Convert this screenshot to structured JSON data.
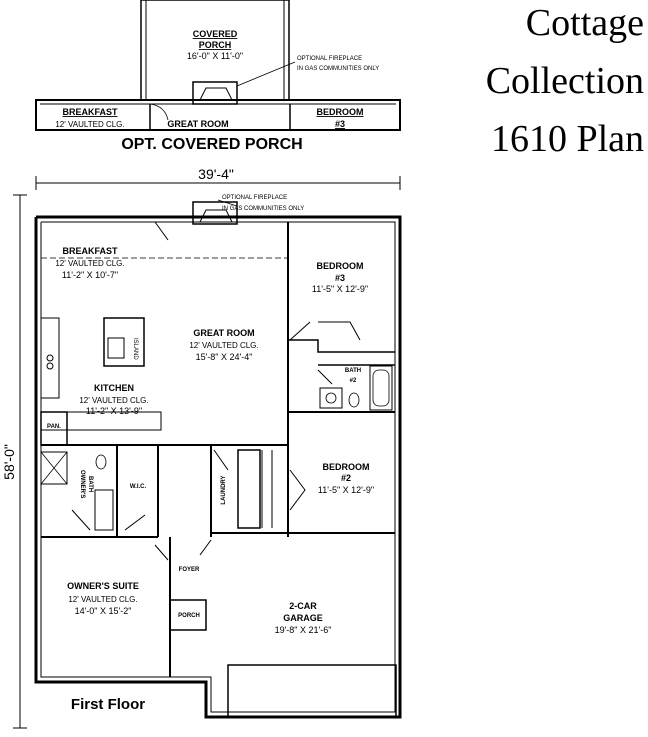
{
  "title": {
    "line1": "Cottage",
    "line2": "Collection",
    "line3": "1610 Plan"
  },
  "porch_inset": {
    "covered_porch_name": "COVERED",
    "covered_porch_name2": "PORCH",
    "covered_porch_dims": "16'-0\" X 11'-0\"",
    "fireplace_note1": "OPTIONAL FIREPLACE",
    "fireplace_note2": "IN GAS COMMUNITIES ONLY",
    "breakfast": "BREAKFAST",
    "breakfast_ceiling": "12' VAULTED CLG.",
    "great_room": "GREAT ROOM",
    "bedroom": "BEDROOM",
    "bedroom_num": "#3",
    "caption": "OPT. COVERED PORCH"
  },
  "plan": {
    "width_dim": "39'-4\"",
    "depth_dim": "58'-0\"",
    "fireplace_note1": "OPTIONAL FIREPLACE",
    "fireplace_note2": "IN GAS COMMUNITIES ONLY",
    "floor_label": "First Floor",
    "rooms": {
      "breakfast": {
        "name": "BREAKFAST",
        "ceiling": "12' VAULTED CLG.",
        "dims": "11'-2\" X 10'-7\""
      },
      "great_room": {
        "name": "GREAT ROOM",
        "ceiling": "12' VAULTED CLG.",
        "dims": "15'-8\" X 24'-4\""
      },
      "kitchen": {
        "name": "KITCHEN",
        "ceiling": "12' VAULTED CLG.",
        "dims": "11'-2\" X 13'-9\""
      },
      "island": "ISLAND",
      "pantry": "PAN.",
      "bedroom3": {
        "name": "BEDROOM",
        "num": "#3",
        "dims": "11'-5\" X 12'-9\""
      },
      "bath2": {
        "name": "BATH",
        "num": "#2"
      },
      "bedroom2": {
        "name": "BEDROOM",
        "num": "#2",
        "dims": "11'-5\" X 12'-9\""
      },
      "owners_bath": {
        "name1": "OWNER'S",
        "name2": "BATH"
      },
      "wic": "W.I.C.",
      "laundry": "LAUNDRY",
      "owners_suite": {
        "name": "OWNER'S SUITE",
        "ceiling": "12' VAULTED CLG.",
        "dims": "14'-0\" X 15'-2\""
      },
      "foyer": "FOYER",
      "porch": "PORCH",
      "garage": {
        "name1": "2-CAR",
        "name2": "GARAGE",
        "dims": "19'-8\" X 21'-6\""
      }
    }
  }
}
